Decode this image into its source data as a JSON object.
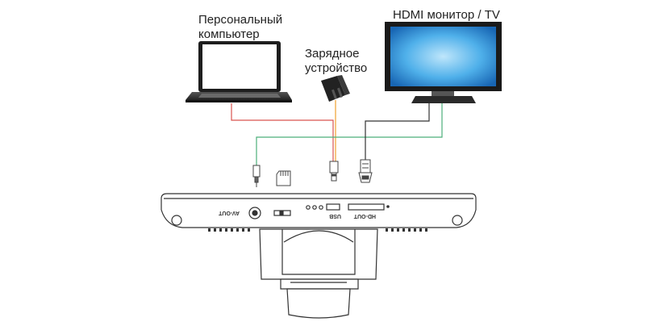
{
  "labels": {
    "computer": [
      "Персональный",
      "компьютер"
    ],
    "charger": [
      "Зарядное",
      "устройство"
    ],
    "monitor": "HDMI монитор / TV"
  },
  "ports": {
    "av_out": "AV-OUT",
    "usb": "USB",
    "hd_out": "HD-OUT"
  },
  "colors": {
    "red_cable": "#d9534f",
    "orange_cable": "#f0a030",
    "green_cable": "#4caf7a",
    "dark_cable": "#333333",
    "screen_blue": "#2a8fd6"
  },
  "icons": [
    "laptop-icon",
    "charger-icon",
    "monitor-icon",
    "av-plug-icon",
    "sd-card-icon",
    "usb-plug-icon",
    "hdmi-plug-icon",
    "camera-device-icon"
  ]
}
